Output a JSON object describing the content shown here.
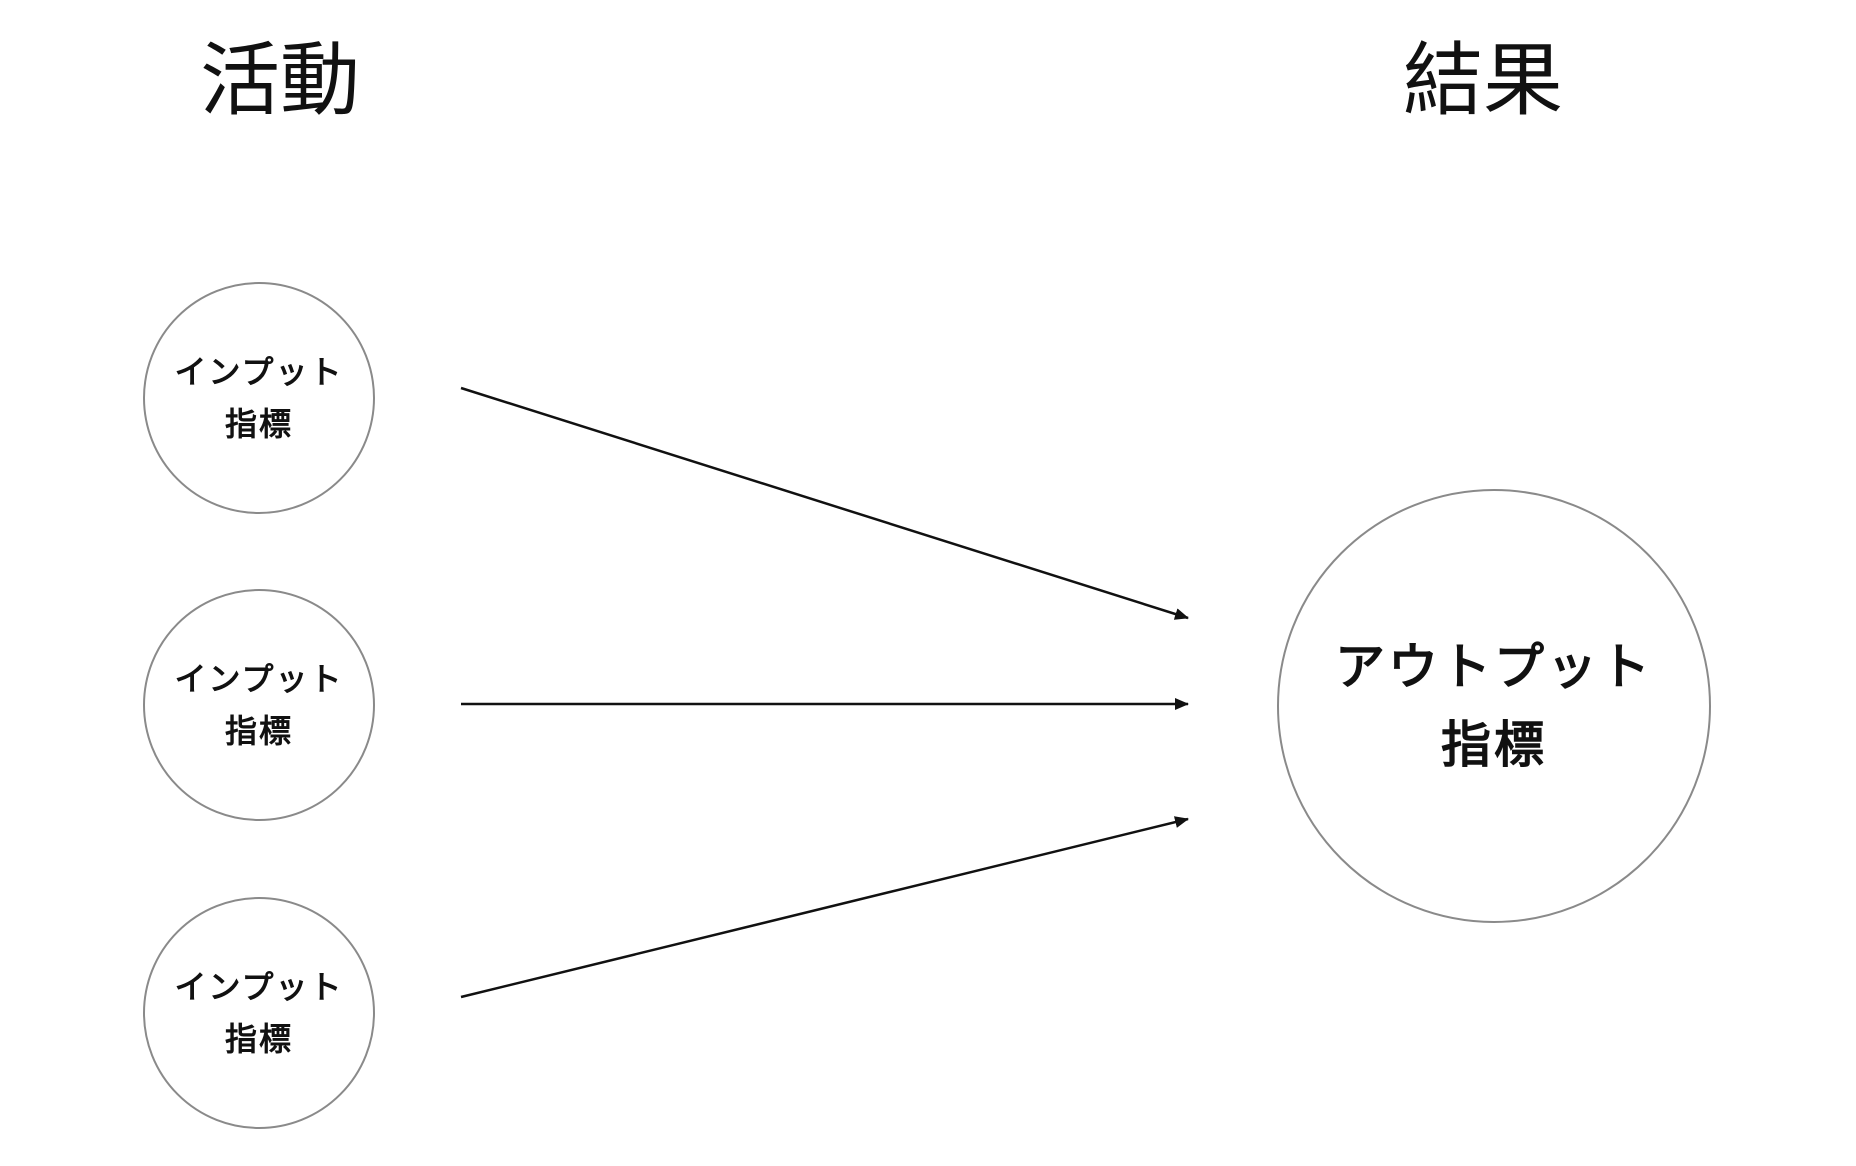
{
  "headings": {
    "activity": "活動",
    "result": "結果"
  },
  "input_nodes": [
    {
      "line1": "インプット",
      "line2": "指標"
    },
    {
      "line1": "インプット",
      "line2": "指標"
    },
    {
      "line1": "インプット",
      "line2": "指標"
    }
  ],
  "output_node": {
    "line1": "アウトプット",
    "line2": "指標"
  },
  "colors": {
    "node_border": "#8a8a8a",
    "arrow": "#111111",
    "text": "#111111",
    "background": "#ffffff"
  }
}
